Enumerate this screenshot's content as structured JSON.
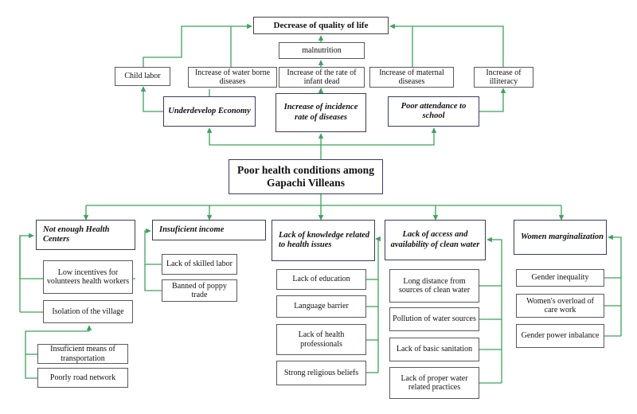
{
  "top": {
    "quality": "Decrease of quality of life",
    "malnutrition": "malnutrition",
    "child_labor": "Child labor",
    "water_borne": "Increase of water borne diseases",
    "infant_dead": "Increase of the rate of infant dead",
    "maternal": "Increase of maternal diseases",
    "illiteracy": "Increase of illiteracy"
  },
  "mid": {
    "economy": "Underdevelop Economy",
    "incidence": "Increase of incidence rate of diseases",
    "attendance": "Poor attendance to school"
  },
  "title": "Poor health conditions among Gapachi Villeans",
  "causes": {
    "health_centers": {
      "label": "Not enough Health Centers",
      "items": [
        "Low incentives for volunteers health workers",
        "Isolation of the village"
      ],
      "sub_items": [
        "Insuficient means of transportation",
        "Poorly road network"
      ]
    },
    "income": {
      "label": "Insuficient income",
      "items": [
        "Lack of skilled labor",
        "Banned of poppy trade"
      ]
    },
    "knowledge": {
      "label": "Lack of knowledge related to health issues",
      "items": [
        "Lack of education",
        "Language barrier",
        "Lack of health professionals",
        "Strong religious beliefs"
      ]
    },
    "water": {
      "label": "Lack of access and availability of clean water",
      "items": [
        "Long distance from sources of clean water",
        "Pollution of water sources",
        "Lack of basic sanitation",
        "Lack of proper water related practices"
      ]
    },
    "women": {
      "label": "Women marginalization",
      "items": [
        "Gender inequality",
        "Women's overload of care work",
        "Gender power inbalance"
      ]
    }
  },
  "colors": {
    "connector": "#3aa35a",
    "border": "#3b3b5c"
  }
}
